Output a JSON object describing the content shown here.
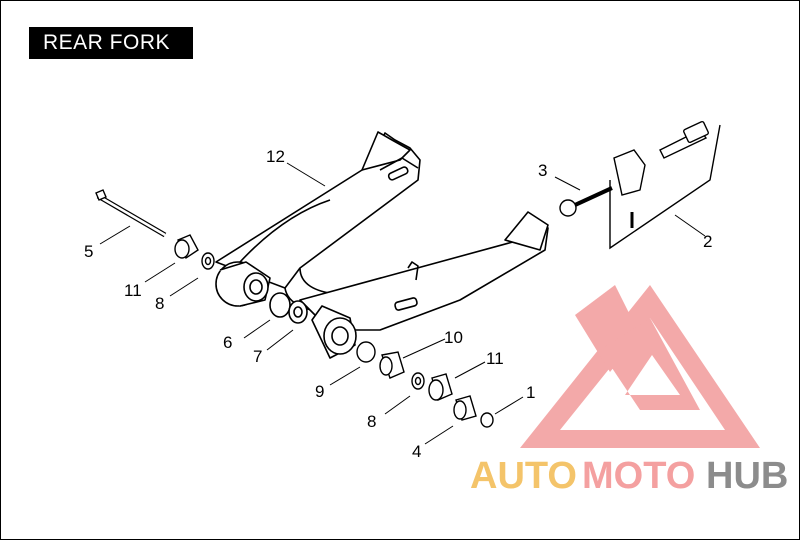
{
  "title": "REAR FORK",
  "callouts": {
    "c1": "1",
    "c2": "2",
    "c3": "3",
    "c4": "4",
    "c5": "5",
    "c6": "6",
    "c7": "7",
    "c8a": "8",
    "c8b": "8",
    "c9": "9",
    "c10": "10",
    "c11a": "11",
    "c11b": "11",
    "c12": "12"
  },
  "watermark": {
    "part1": "AUTO",
    "part2": "MOTO",
    "part3": "HUB",
    "colors": {
      "auto": "#f4c46a",
      "moto": "#f4a0a0",
      "hub": "#8c8c8c",
      "logo": "#f29b9b"
    }
  }
}
